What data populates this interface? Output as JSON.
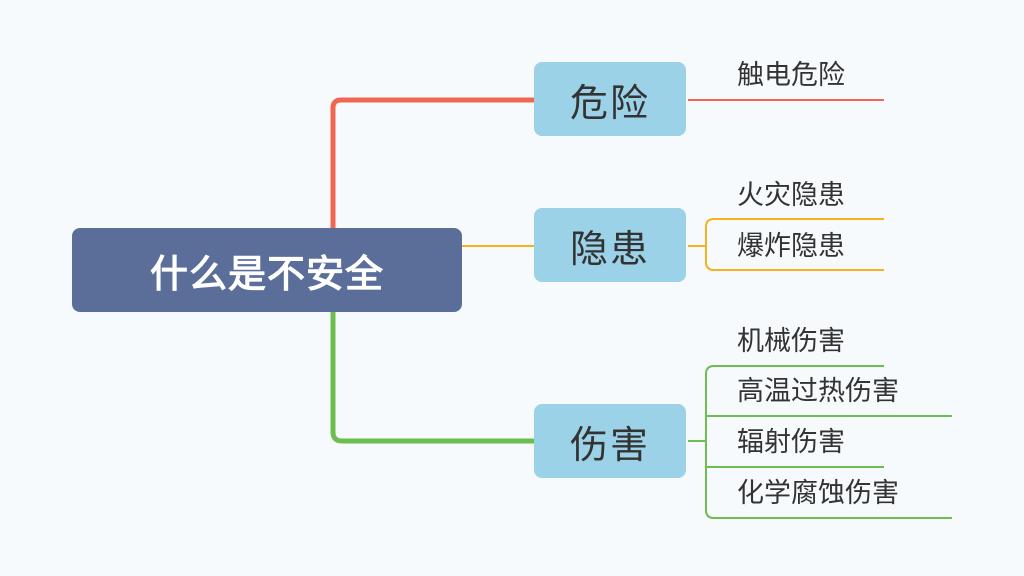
{
  "root": {
    "label": "什么是不安全"
  },
  "branches": [
    {
      "label": "危险",
      "color": "#f06650",
      "leaves": [
        "触电危险"
      ]
    },
    {
      "label": "隐患",
      "color": "#f5b21e",
      "leaves": [
        "火灾隐患",
        "爆炸隐患"
      ]
    },
    {
      "label": "伤害",
      "color": "#6cbf4e",
      "leaves": [
        "机械伤害",
        "高温过热伤害",
        "辐射伤害",
        "化学腐蚀伤害"
      ]
    }
  ]
}
